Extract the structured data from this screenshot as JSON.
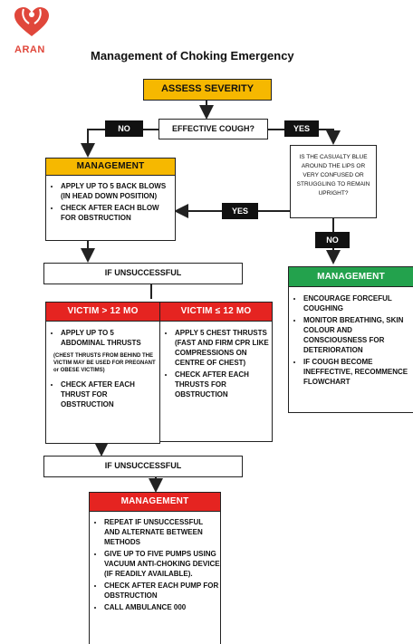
{
  "logo": {
    "text": "ARAN"
  },
  "title": "Management of Choking Emergency",
  "assess": "ASSESS SEVERITY",
  "cough_q": "EFFECTIVE COUGH?",
  "no_label": "NO",
  "yes_label": "YES",
  "casualty_q": "IS THE CASUALTY BLUE AROUND THE LIPS OR VERY CONFUSED OR STRUGGLING TO REMAIN UPRIGHT?",
  "yes_label_2": "YES",
  "no_label_2": "NO",
  "mgmt_yellow": {
    "title": "MANAGEMENT",
    "items": [
      "APPLY UP TO 5 BACK BLOWS (IN HEAD DOWN POSITION)",
      "CHECK AFTER EACH BLOW FOR OBSTRUCTION"
    ]
  },
  "mgmt_green": {
    "title": "MANAGEMENT",
    "items": [
      "ENCOURAGE FORCEFUL COUGHING",
      "MONITOR BREATHING, SKIN COLOUR AND CONSCIOUSNESS FOR DETERIORATION",
      "IF COUGH BECOME INEFFECTIVE, RECOMMENCE FLOWCHART"
    ]
  },
  "unsuccessful_1": "IF UNSUCCESSFUL",
  "victim_over": {
    "title": "VICTIM > 12 MO",
    "item1": "APPLY UP TO 5 ABDOMINAL THRUSTS",
    "note": "(CHEST THRUSTS FROM BEHIND THE VICTIM MAY BE USED FOR PREGNANT or OBESE VICTIMS)",
    "item2": "CHECK AFTER EACH THRUST FOR OBSTRUCTION"
  },
  "victim_under": {
    "title": "VICTIM ≤ 12 MO",
    "items": [
      "APPLY 5 CHEST THRUSTS (FAST AND FIRM CPR LIKE COMPRESSIONS ON CENTRE OF CHEST)",
      "CHECK AFTER EACH THRUSTS FOR OBSTRUCTION"
    ]
  },
  "unsuccessful_2": "IF UNSUCCESSFUL",
  "mgmt_red": {
    "title": "MANAGEMENT",
    "items": [
      "REPEAT IF UNSUCCESSFUL AND ALTERNATE BETWEEN METHODS",
      "GIVE UP TO FIVE PUMPS USING VACUUM ANTI-CHOKING DEVICE (IF READILY AVAILABLE).",
      "CHECK AFTER EACH PUMP FOR OBSTRUCTION",
      "CALL AMBULANCE 000"
    ]
  },
  "colors": {
    "yellow": "#f6b800",
    "green": "#23a24d",
    "red": "#e52421",
    "logo": "#e0473b"
  }
}
